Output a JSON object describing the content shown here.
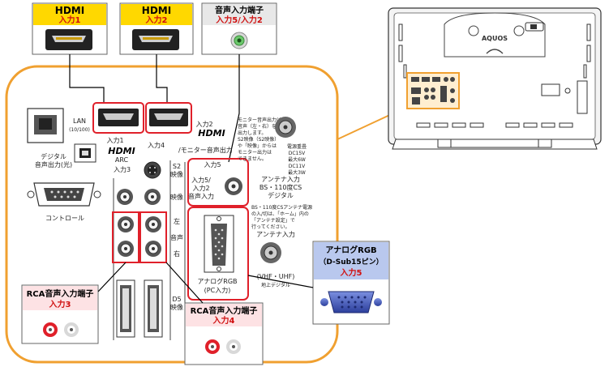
{
  "callouts": {
    "hdmi1": {
      "title": "HDMI",
      "sub": "入力1"
    },
    "hdmi2": {
      "title": "HDMI",
      "sub": "入力2"
    },
    "audio5": {
      "title": "音声入力端子",
      "sub": "入力5/入力2"
    },
    "rca3": {
      "title": "RCA音声入力端子",
      "sub": "入力3"
    },
    "rca4": {
      "title": "RCA音声入力端子",
      "sub": "入力4"
    },
    "rgb": {
      "line1": "アナログRGB",
      "line2": "（D-Sub15ピン）",
      "sub": "入力5"
    }
  },
  "panel": {
    "lan": "LAN",
    "lan_spec": "(10/100)",
    "digital_out_1": "デジタル",
    "digital_out_2": "音声出力(光)",
    "control": "コントロール",
    "in1": "入力1",
    "hdmi_logo": "HDMI",
    "arc": "ARC",
    "in2": "入力2",
    "in4": "入力4",
    "monitor_out": "/モニター音声出力",
    "in3": "入力3",
    "s2": "S2",
    "s2_video": "映像",
    "video": "映像",
    "left": "左",
    "audio": "音声",
    "right": "右",
    "d5": "D5",
    "d5_video": "映像",
    "in5_label": "入力5",
    "audio_in_1": "入力5/",
    "audio_in_2": "入力2",
    "audio_in_3": "音声入力",
    "antenna_bs": "アンテナ入力",
    "antenna_bs_2": "BS・110度CS",
    "antenna_bs_3": "デジタル",
    "power_note": "電源重畳",
    "dc15": "DC15V",
    "max6": "最大6W",
    "dc11": "DC11V",
    "max3": "最大3W",
    "monitor_note_1": "モニター音声出力は",
    "monitor_note_2": "音声（左・右）を",
    "monitor_note_3": "出力します。",
    "monitor_note_4": "S2映像（S2映像）",
    "monitor_note_5": "や「映像」からは",
    "monitor_note_6": "モニター出力は",
    "monitor_note_7": "できません。",
    "bs_note_1": "BS・110度CSアンテナ電源",
    "bs_note_2": "の入/切は、「ホーム」内の",
    "bs_note_3": "「アンテナ設定」で",
    "bs_note_4": "行ってください。",
    "antenna_in": "アンテナ入力",
    "vhf": "(VHF・UHF)",
    "terrestrial": "地上デジタル",
    "rgb_label": "アナログRGB",
    "pc_in": "(PC入力)"
  },
  "tv": {
    "brand": "AQUOS"
  },
  "colors": {
    "accent_orange": "#f0a030",
    "highlight_red": "#e0202a",
    "callout_yellow": "#ffd800",
    "callout_gray": "#e8e8e8",
    "callout_pink": "#fde2e4",
    "callout_blue": "#b9c8ee"
  }
}
